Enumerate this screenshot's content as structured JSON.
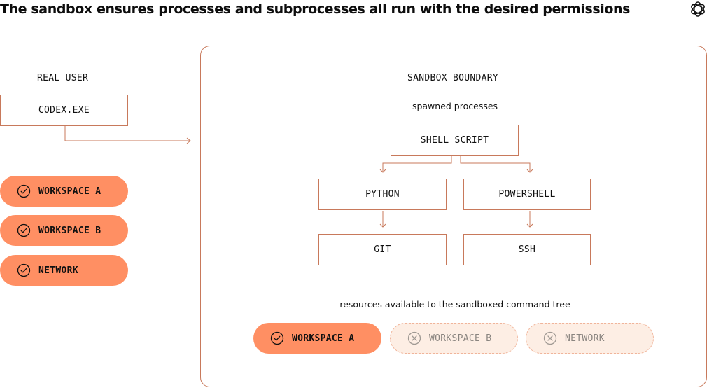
{
  "title": "The sandbox ensures processes and subprocesses all run with the desired permissions",
  "logo_icon": "openai-logo-icon",
  "left": {
    "heading": "REAL USER",
    "app": "CODEX.EXE",
    "permissions": [
      {
        "label": "WORKSPACE A",
        "state": "allowed",
        "icon": "check-circle-icon"
      },
      {
        "label": "WORKSPACE B",
        "state": "allowed",
        "icon": "check-circle-icon"
      },
      {
        "label": "NETWORK",
        "state": "allowed",
        "icon": "check-circle-icon"
      }
    ]
  },
  "sandbox": {
    "heading": "SANDBOX BOUNDARY",
    "spawned_caption": "spawned processes",
    "root_process": "SHELL SCRIPT",
    "processes": {
      "python": "PYTHON",
      "powershell": "POWERSHELL",
      "git": "GIT",
      "ssh": "SSH"
    },
    "resources_caption": "resources available to the sandboxed command tree",
    "resources": [
      {
        "label": "WORKSPACE A",
        "state": "allowed",
        "icon": "check-circle-icon"
      },
      {
        "label": "WORKSPACE B",
        "state": "denied",
        "icon": "x-circle-icon"
      },
      {
        "label": "NETWORK",
        "state": "denied",
        "icon": "x-circle-icon"
      }
    ]
  },
  "colors": {
    "accent": "#ff8f63",
    "line": "#c8795b",
    "disabled_fill": "#fdeee4",
    "disabled_text": "#8a8580"
  }
}
